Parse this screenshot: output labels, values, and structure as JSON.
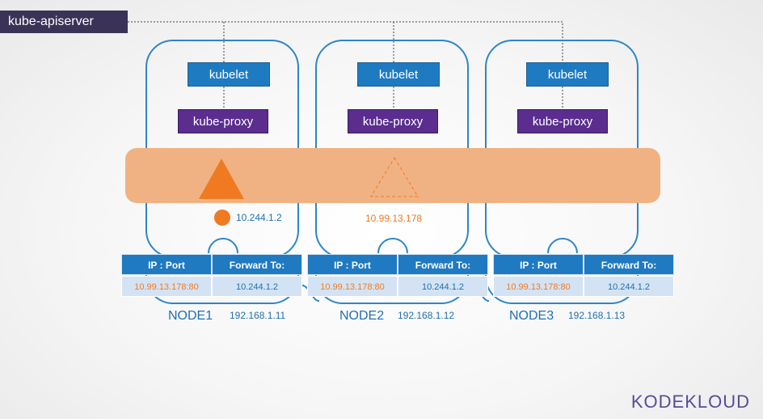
{
  "apiserver": {
    "label": "kube-apiserver"
  },
  "nodes": [
    {
      "name": "NODE1",
      "ip": "192.168.1.11",
      "kubelet": "kubelet",
      "kube_proxy": "kube-proxy",
      "table": {
        "header_ip": "IP : Port",
        "header_fwd": "Forward To:",
        "ip_port": "10.99.13.178:80",
        "forward_to": "10.244.1.2"
      }
    },
    {
      "name": "NODE2",
      "ip": "192.168.1.12",
      "kubelet": "kubelet",
      "kube_proxy": "kube-proxy",
      "table": {
        "header_ip": "IP : Port",
        "header_fwd": "Forward To:",
        "ip_port": "10.99.13.178:80",
        "forward_to": "10.244.1.2"
      }
    },
    {
      "name": "NODE3",
      "ip": "192.168.1.13",
      "kubelet": "kubelet",
      "kube_proxy": "kube-proxy",
      "table": {
        "header_ip": "IP : Port",
        "header_fwd": "Forward To:",
        "ip_port": "10.99.13.178:80",
        "forward_to": "10.244.1.2"
      }
    }
  ],
  "pod": {
    "ip": "10.244.1.2"
  },
  "service": {
    "ip": "10.99.13.178"
  },
  "brand": {
    "left": "KODE",
    "right": "KLOUD"
  },
  "colors": {
    "node_border": "#2d86c8",
    "kubelet": "#1e7bc2",
    "kube_proxy": "#5a2d8e",
    "band": "#f1b283",
    "accent_orange": "#f07a22",
    "apiserver": "#3b3357"
  }
}
